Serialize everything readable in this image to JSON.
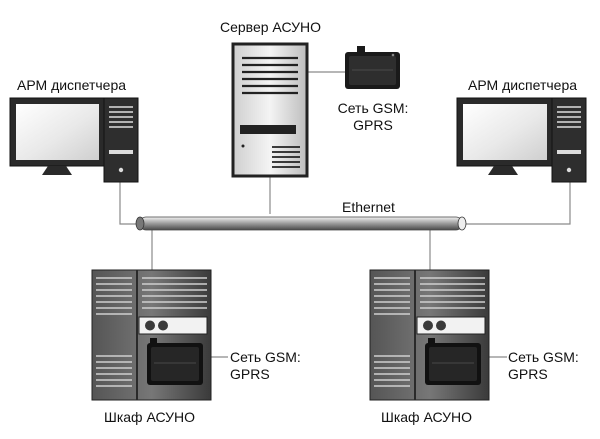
{
  "labels": {
    "server": "Сервер АСУНО",
    "arm_left": "АРМ диспетчера",
    "arm_right": "АРМ диспетчера",
    "ethernet": "Ethernet",
    "server_gsm_line1": "Сеть GSM:",
    "server_gsm_line2": "GPRS",
    "cabinet_left": "Шкаф АСУНО",
    "cabinet_right": "Шкаф АСУНО",
    "cabinet_left_gsm_line1": "Сеть GSM:",
    "cabinet_left_gsm_line2": "GPRS",
    "cabinet_right_gsm_line1": "Сеть GSM:",
    "cabinet_right_gsm_line2": "GPRS"
  },
  "colors": {
    "device_dark": "#333333",
    "device_mid": "#9a9a9a",
    "line": "#888888",
    "modem": "#1a1a1a"
  }
}
